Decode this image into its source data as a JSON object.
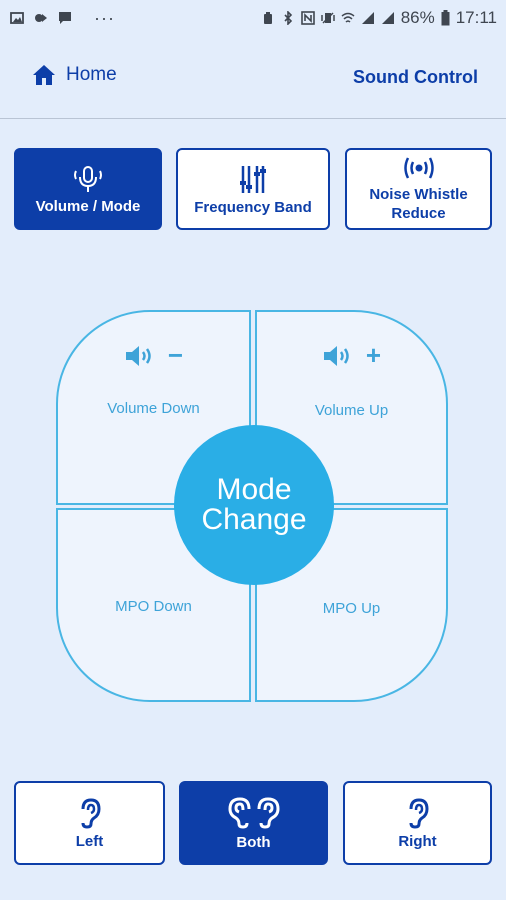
{
  "status_bar": {
    "battery": "86%",
    "time": "17:11",
    "dots": "···"
  },
  "header": {
    "home_label": "Home",
    "title": "Sound Control",
    "accent": "#0d3ea8"
  },
  "tabs": [
    {
      "label": "Volume / Mode",
      "icon": "microphone-icon",
      "active": true
    },
    {
      "label": "Frequency Band",
      "icon": "equalizer-icon",
      "active": false
    },
    {
      "label": "Noise Whistle Reduce",
      "icon": "broadcast-icon",
      "active": false
    }
  ],
  "pad": {
    "volume_down": "Volume Down",
    "volume_up": "Volume Up",
    "mpo_down": "MPO Down",
    "mpo_up": "MPO Up",
    "mode_line1": "Mode",
    "mode_line2": "Change",
    "minus": "−",
    "plus": "+"
  },
  "ears": [
    {
      "label": "Left",
      "icon": "ear-icon",
      "active": false
    },
    {
      "label": "Both",
      "icon": "two-ears-icon",
      "active": true
    },
    {
      "label": "Right",
      "icon": "ear-icon",
      "active": false
    }
  ]
}
